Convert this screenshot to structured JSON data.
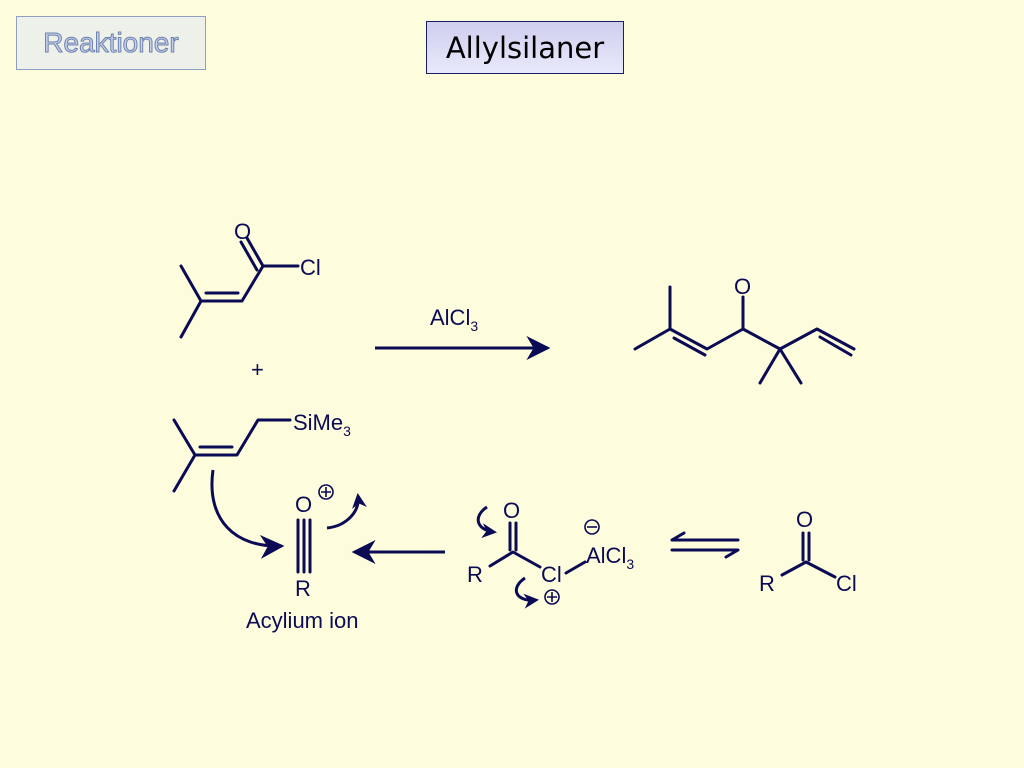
{
  "header": {
    "section_label": "Reaktioner",
    "title": "Allylsilaner"
  },
  "reaction": {
    "acid_chloride_O": "O",
    "acid_chloride_Cl": "Cl",
    "plus": "+",
    "silane_group": "SiMe",
    "silane_sub": "3",
    "reagent": "AlCl",
    "reagent_sub": "3",
    "product_O": "O"
  },
  "mechanism": {
    "acylium_O": "O",
    "acylium_R": "R",
    "acylium_caption": "Acylium ion",
    "complex_O": "O",
    "complex_R": "R",
    "complex_Cl": "Cl",
    "complex_AlCl": "AlCl",
    "complex_sub": "3",
    "start_O": "O",
    "start_R": "R",
    "start_Cl": "Cl"
  }
}
